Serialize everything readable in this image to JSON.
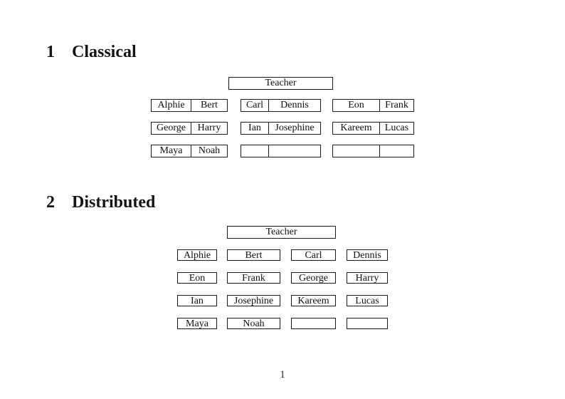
{
  "document": {
    "page_number": "1"
  },
  "classical": {
    "heading_number": "1",
    "heading_title": "Classical",
    "teacher_label": "Teacher",
    "rows": [
      {
        "desks": [
          {
            "seats": [
              "Alphie",
              "Bert"
            ]
          },
          {
            "seats": [
              "Carl",
              "Dennis"
            ]
          },
          {
            "seats": [
              "Eon",
              "Frank"
            ]
          }
        ]
      },
      {
        "desks": [
          {
            "seats": [
              "George",
              "Harry"
            ]
          },
          {
            "seats": [
              "Ian",
              "Josephine"
            ]
          },
          {
            "seats": [
              "Kareem",
              "Lucas"
            ]
          }
        ]
      },
      {
        "desks": [
          {
            "seats": [
              "Maya",
              "Noah"
            ]
          },
          {
            "seats": [
              "",
              ""
            ]
          },
          {
            "seats": [
              "",
              ""
            ]
          }
        ]
      }
    ]
  },
  "distributed": {
    "heading_number": "2",
    "heading_title": "Distributed",
    "teacher_label": "Teacher",
    "rows": [
      {
        "desks": [
          "Alphie",
          "Bert",
          "Carl",
          "Dennis"
        ]
      },
      {
        "desks": [
          "Eon",
          "Frank",
          "George",
          "Harry"
        ]
      },
      {
        "desks": [
          "Ian",
          "Josephine",
          "Kareem",
          "Lucas"
        ]
      },
      {
        "desks": [
          "Maya",
          "Noah",
          "",
          ""
        ]
      }
    ]
  }
}
